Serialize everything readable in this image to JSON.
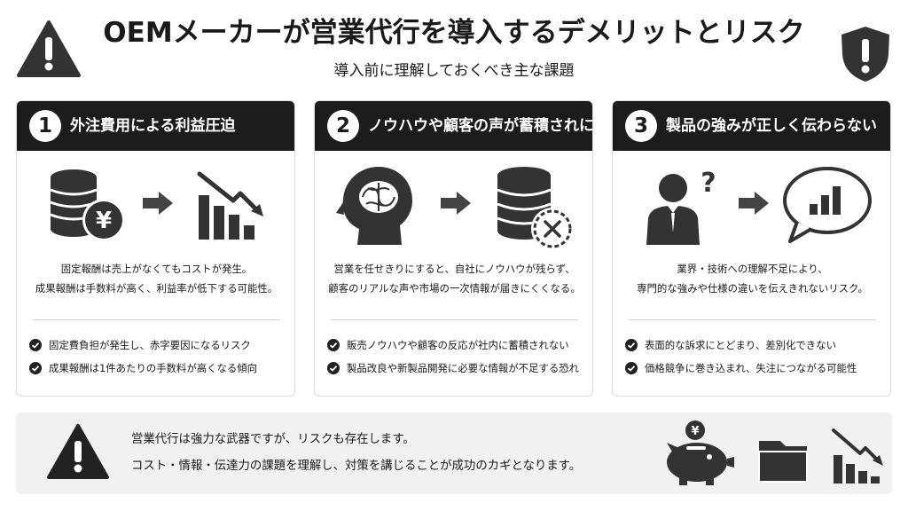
{
  "header": {
    "title": "OEMメーカーが営業代行を導入するデメリットとリスク",
    "subtitle": "導入前に理解しておくべき主な課題",
    "left_icon": "warning-triangle-icon",
    "right_icon": "shield-exclamation-icon"
  },
  "cards": [
    {
      "number": "1",
      "title": "外注費用による利益圧迫",
      "desc_line1": "固定報酬は売上がなくてもコストが発生。",
      "desc_line2": "成果報酬は手数料が高く、利益率が低下する可能性。",
      "points": [
        "固定費負担が発生し、赤字要因になるリスク",
        "成果報酬は1件あたりの手数料が高くなる傾向"
      ],
      "icons": [
        "coins-yen-icon",
        "arrow-right-icon",
        "declining-bar-chart-icon"
      ],
      "currency_symbol": "¥"
    },
    {
      "number": "2",
      "title": "ノウハウや顧客の声が蓄積されにくい",
      "desc_line1": "営業を任せきりにすると、自社にノウハウが残らず、",
      "desc_line2": "顧客のリアルな声や市場の一次情報が届きにくくなる。",
      "points": [
        "販売ノウハウや顧客の反応が社内に蓄積されない",
        "製品改良や新製品開発に必要な情報が不足する恐れ"
      ],
      "icons": [
        "head-brain-icon",
        "arrow-right-icon",
        "database-cross-icon"
      ]
    },
    {
      "number": "3",
      "title": "製品の強みが正しく伝わらない",
      "desc_line1": "業界・技術への理解不足により、",
      "desc_line2": "専門的な強みや仕様の違いを伝えきれないリスク。",
      "points": [
        "表面的な訴求にとどまり、差別化できない",
        "価格競争に巻き込まれ、失注につながる可能性"
      ],
      "icons": [
        "person-question-icon",
        "arrow-right-icon",
        "speech-bubble-chart-icon"
      ],
      "question_mark": "?"
    }
  ],
  "bottom": {
    "line1": "営業代行は強力な武器ですが、リスクも存在します。",
    "line2": "コスト・情報・伝達力の課題を理解し、対策を講じることが成功のカギとなります。",
    "icons": [
      "warning-triangle-icon",
      "piggy-bank-yen-icon",
      "folder-icon",
      "declining-bar-chart-icon"
    ],
    "currency_symbol": "¥"
  },
  "colors": {
    "dark": "#1c1c1c",
    "text": "#1a1a1a",
    "panel": "#f1f1f1",
    "border": "#dcdcdc",
    "icon_gray": "#444444"
  }
}
